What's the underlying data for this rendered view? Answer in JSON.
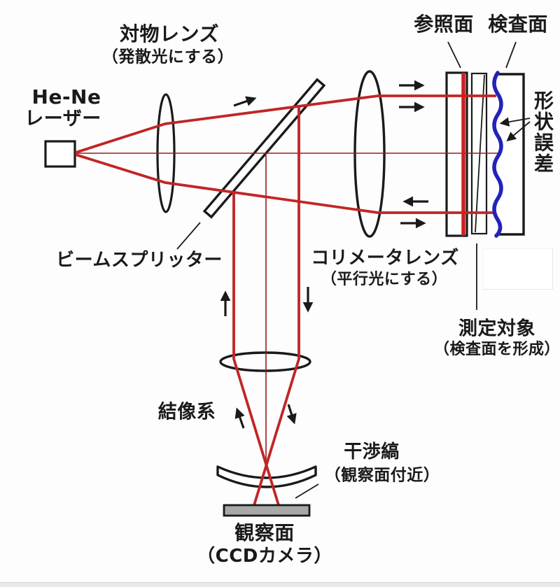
{
  "diagram": {
    "type": "fizeau-interferometer-optical-layout",
    "labels": {
      "objective_lens": "対物レンズ",
      "objective_lens_note": "（発散光にする）",
      "laser_line1": "He-Ne",
      "laser_line2": "レーザー",
      "reference_surface": "参照面",
      "test_surface": "検査面",
      "shape_error": "形状誤差",
      "beam_splitter": "ビームスプリッター",
      "collimator_lens": "コリメータレンズ",
      "collimator_note": "（平行光にする）",
      "measurement_target": "測定対象",
      "measurement_target_note": "（検査面を形成）",
      "imaging_system": "結像系",
      "fringes": "干渉縞",
      "fringes_note": "（観察面付近）",
      "observation_plane": "観察面",
      "observation_note": "（CCDカメラ）"
    },
    "colors": {
      "ray_red": "#c22525",
      "axis_red": "#9b1c1c",
      "reference_line_red": "#cc2020",
      "test_surface_blue": "#2323b8",
      "component_black": "#1a1a1a",
      "detector_gray": "#a8a8a8"
    }
  }
}
